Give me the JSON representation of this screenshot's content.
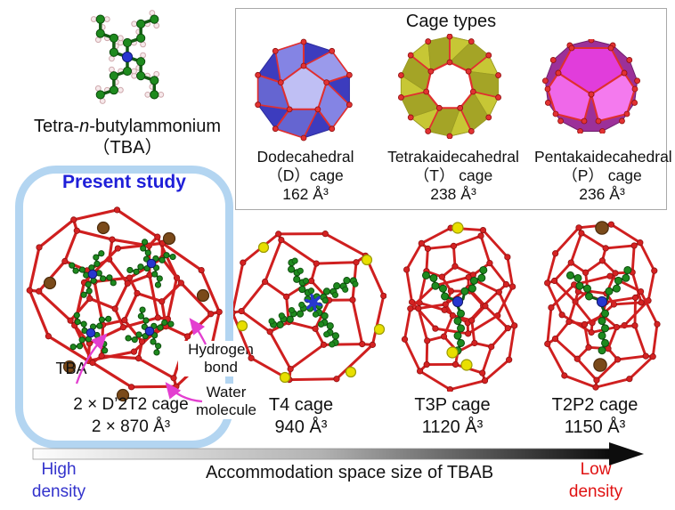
{
  "colors": {
    "water_red": "#cf1f1f",
    "vertex_red": "#d42222",
    "carbon_green": "#1e8a1e",
    "nitrogen_blue": "#2736cf",
    "bromide_brown": "#7a4a1a",
    "guest_yellow": "#e8df00",
    "d_cage_blue": "#3c3cbe",
    "t_cage_yellow": "#b6b630",
    "p_cage_magenta": "#e13ddb",
    "highlight_border": "#b3d5f1",
    "present_study_text": "#1f1fd8",
    "high_density_blue": "#3333cc",
    "low_density_red": "#e01212",
    "annotation_arrow": "#e33fd0"
  },
  "tba_molecule": {
    "name_prefix": "Tetra-",
    "name_italic": "n",
    "name_suffix": "-butylammonium",
    "abbr": "（TBA）"
  },
  "cage_types_panel": {
    "title": "Cage types",
    "cages": [
      {
        "name": "Dodecahedral",
        "designation": "（D）cage",
        "volume": "162 Å³"
      },
      {
        "name": "Tetrakaidecahedral",
        "designation": "（T） cage",
        "volume": "238 Å³"
      },
      {
        "name": "Pentakaidecahedral",
        "designation": "（P） cage",
        "volume": "236 Å³"
      }
    ]
  },
  "present_study": {
    "heading": "Present study",
    "annotations": {
      "tba": "TBA",
      "hydrogen_bond_line1": "Hydrogen",
      "hydrogen_bond_line2": "bond",
      "water_line1": "Water",
      "water_line2": "molecule"
    },
    "caption_line1": "2 × D’2T2 cage",
    "caption_line2": "2 × 870 Å³"
  },
  "hydrate_cages": [
    {
      "name": "T4 cage",
      "volume": "940 Å³"
    },
    {
      "name": "T3P cage",
      "volume": "1120 Å³"
    },
    {
      "name": "T2P2 cage",
      "volume": "1150 Å³"
    }
  ],
  "density_axis": {
    "left_line1": "High",
    "left_line2": "density",
    "axis_label": "Accommodation space size of TBAB",
    "right_line1": "Low",
    "right_line2": "density"
  }
}
